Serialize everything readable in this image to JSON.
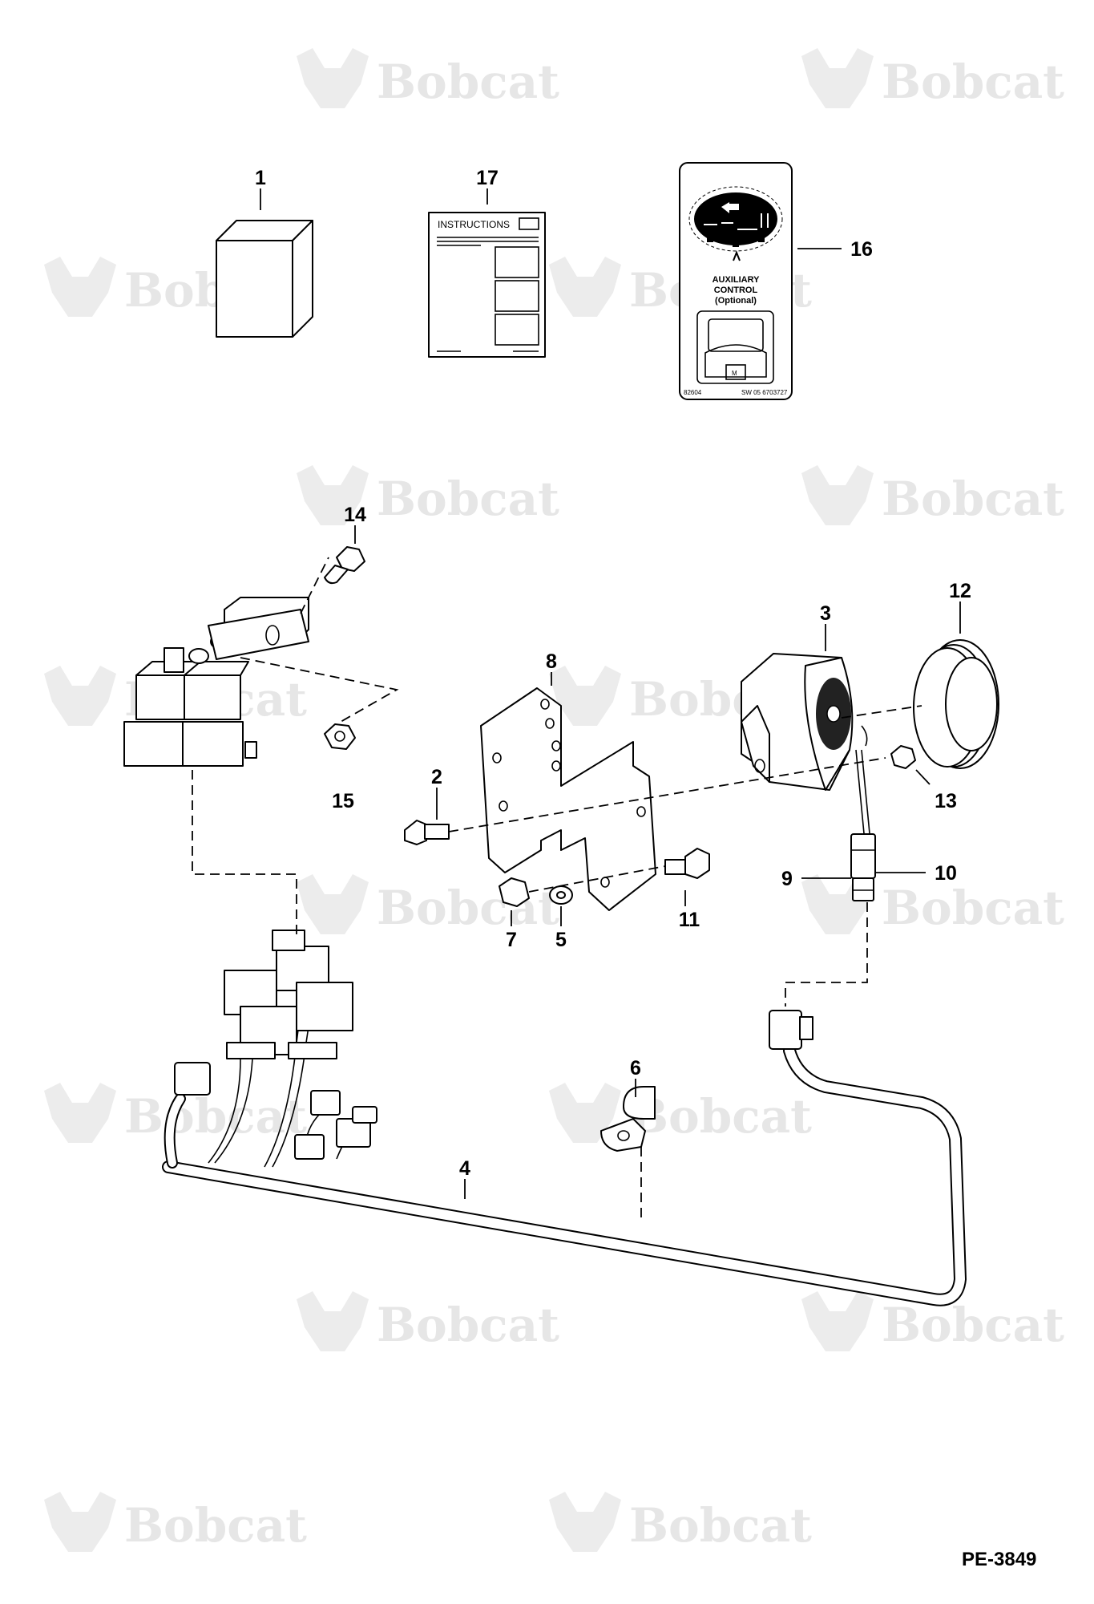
{
  "watermark": {
    "text": "Bobcat"
  },
  "callouts": [
    {
      "id": "1",
      "label": "1"
    },
    {
      "id": "2",
      "label": "2"
    },
    {
      "id": "3",
      "label": "3"
    },
    {
      "id": "4",
      "label": "4"
    },
    {
      "id": "5",
      "label": "5"
    },
    {
      "id": "6",
      "label": "6"
    },
    {
      "id": "7",
      "label": "7"
    },
    {
      "id": "8",
      "label": "8"
    },
    {
      "id": "9",
      "label": "9"
    },
    {
      "id": "10",
      "label": "10"
    },
    {
      "id": "11",
      "label": "11"
    },
    {
      "id": "12",
      "label": "12"
    },
    {
      "id": "13",
      "label": "13"
    },
    {
      "id": "14",
      "label": "14"
    },
    {
      "id": "15",
      "label": "15"
    },
    {
      "id": "16",
      "label": "16"
    },
    {
      "id": "17",
      "label": "17"
    }
  ],
  "instructions_sheet": {
    "title": "INSTRUCTIONS"
  },
  "decal": {
    "control_label_line1": "AUXILIARY",
    "control_label_line2": "CONTROL",
    "control_label_line3": "(Optional)",
    "part_number": "82604",
    "code": "SW 05 6703727"
  },
  "drawing_code": "PE-3849"
}
